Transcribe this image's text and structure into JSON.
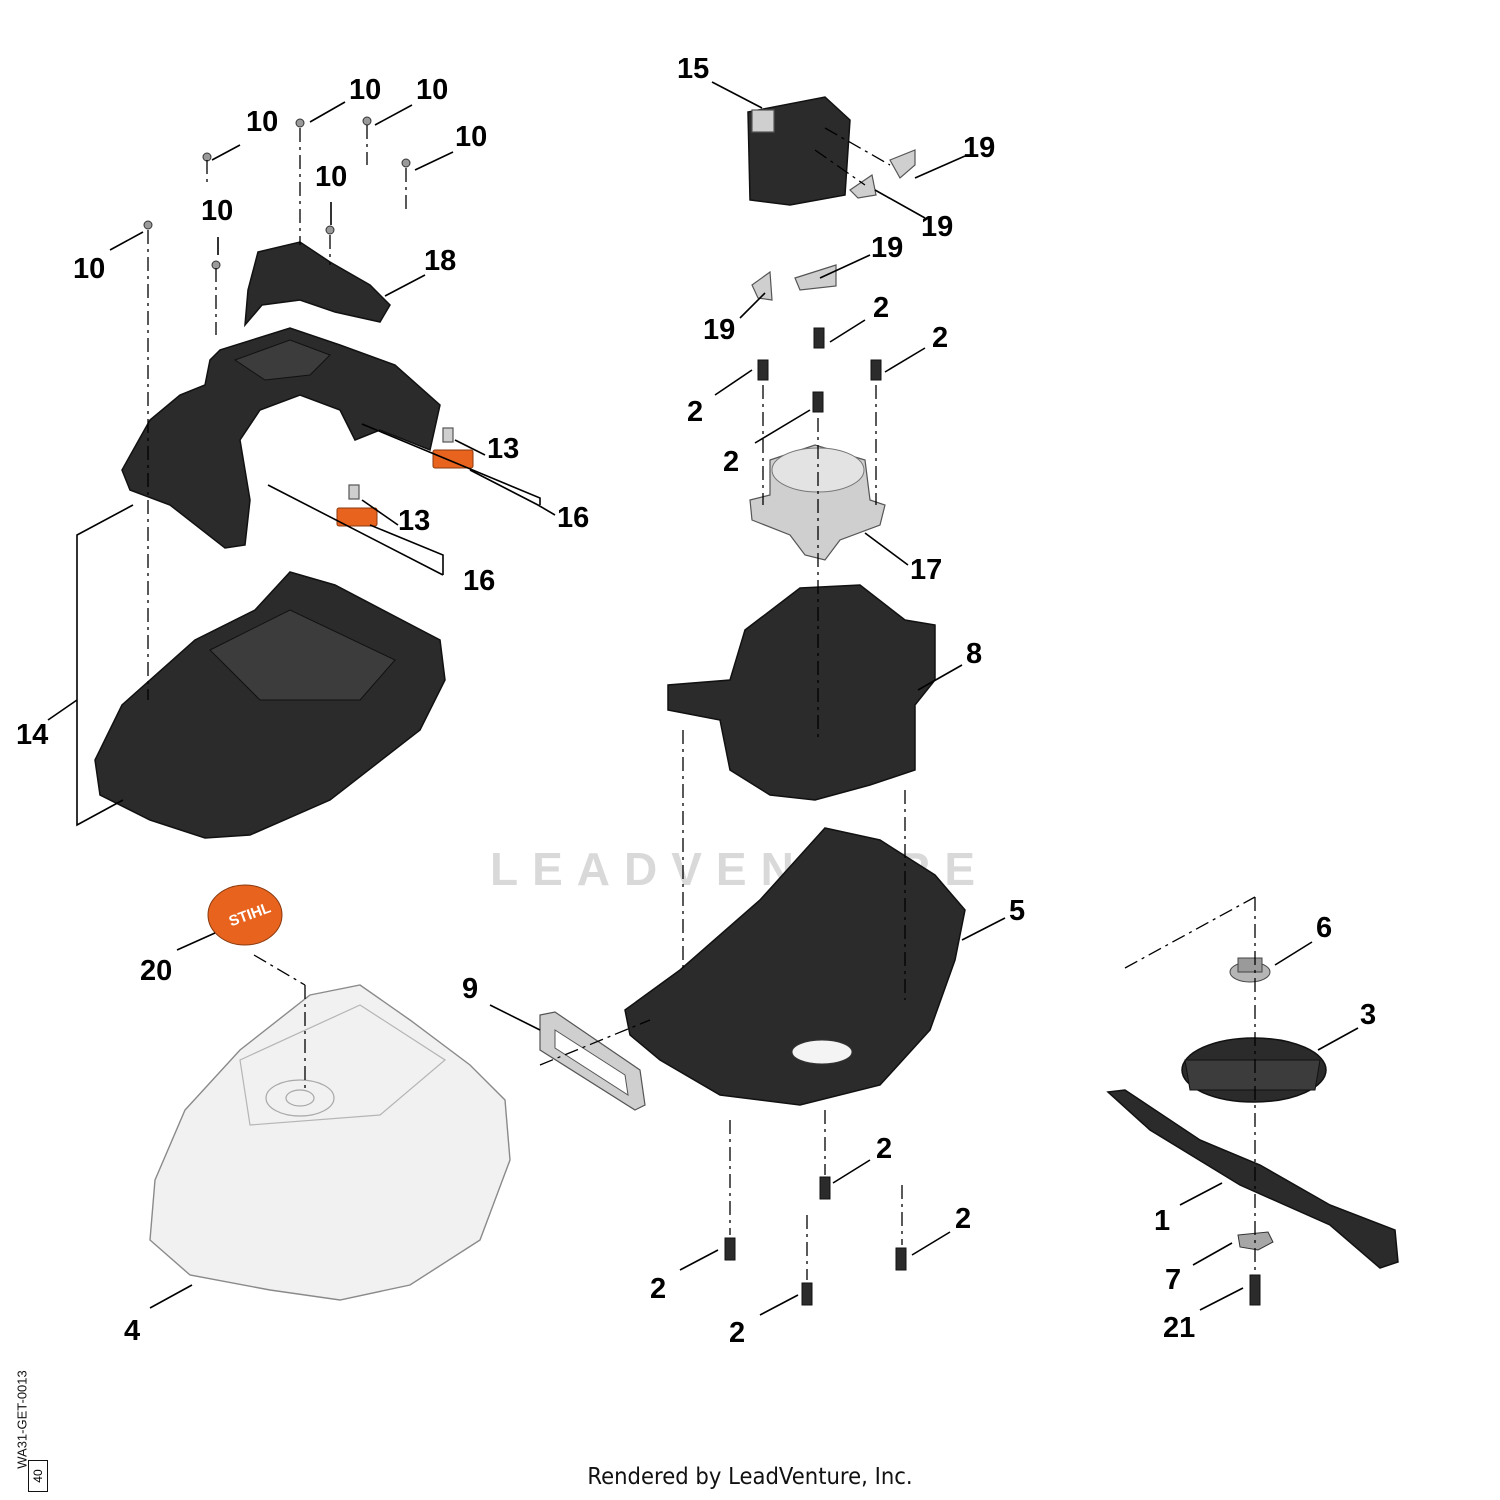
{
  "diagram": {
    "watermark": "LEADVENTURE",
    "stickers": {
      "brand": "STIHL"
    },
    "callouts": [
      {
        "id": "c-15",
        "label": "15"
      },
      {
        "id": "c-19a",
        "label": "19"
      },
      {
        "id": "c-19b",
        "label": "19"
      },
      {
        "id": "c-19c",
        "label": "19"
      },
      {
        "id": "c-19d",
        "label": "19"
      },
      {
        "id": "c-2a",
        "label": "2"
      },
      {
        "id": "c-2b",
        "label": "2"
      },
      {
        "id": "c-2c",
        "label": "2"
      },
      {
        "id": "c-2d",
        "label": "2"
      },
      {
        "id": "c-17",
        "label": "17"
      },
      {
        "id": "c-8",
        "label": "8"
      },
      {
        "id": "c-10a",
        "label": "10"
      },
      {
        "id": "c-10b",
        "label": "10"
      },
      {
        "id": "c-10c",
        "label": "10"
      },
      {
        "id": "c-10d",
        "label": "10"
      },
      {
        "id": "c-10e",
        "label": "10"
      },
      {
        "id": "c-10f",
        "label": "10"
      },
      {
        "id": "c-10g",
        "label": "10"
      },
      {
        "id": "c-18",
        "label": "18"
      },
      {
        "id": "c-13a",
        "label": "13"
      },
      {
        "id": "c-16a",
        "label": "16"
      },
      {
        "id": "c-13b",
        "label": "13"
      },
      {
        "id": "c-16b",
        "label": "16"
      },
      {
        "id": "c-14",
        "label": "14"
      },
      {
        "id": "c-20",
        "label": "20"
      },
      {
        "id": "c-9",
        "label": "9"
      },
      {
        "id": "c-5",
        "label": "5"
      },
      {
        "id": "c-6",
        "label": "6"
      },
      {
        "id": "c-3",
        "label": "3"
      },
      {
        "id": "c-1",
        "label": "1"
      },
      {
        "id": "c-7",
        "label": "7"
      },
      {
        "id": "c-21",
        "label": "21"
      },
      {
        "id": "c-4",
        "label": "4"
      },
      {
        "id": "c-2e",
        "label": "2"
      },
      {
        "id": "c-2f",
        "label": "2"
      },
      {
        "id": "c-2g",
        "label": "2"
      },
      {
        "id": "c-2h",
        "label": "2"
      }
    ]
  },
  "footer": {
    "credit": "Rendered by LeadVenture, Inc."
  },
  "reference": {
    "code": "WA31-GET-0013",
    "number": "40"
  }
}
